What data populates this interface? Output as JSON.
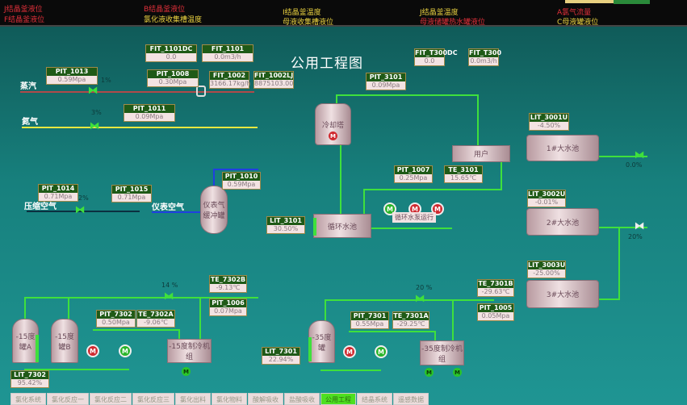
{
  "alarms": [
    {
      "text": "J结晶釜液位",
      "color": "#e0303a"
    },
    {
      "text": "F结晶釜液位",
      "color": "#e0303a"
    },
    {
      "text": "B结晶釜液位",
      "color": "#e0303a"
    },
    {
      "text": "氯化液收集槽温度",
      "color": "#e8d040"
    },
    {
      "text": "I结晶釜温度",
      "color": "#e8d040"
    },
    {
      "text": "母液收集槽液位",
      "color": "#e8d040"
    },
    {
      "text": "J结晶釜温度",
      "color": "#e8d040"
    },
    {
      "text": "母液储罐热水罐液位",
      "color": "#e0303a"
    },
    {
      "text": "A氯气流量",
      "color": "#e0303a"
    },
    {
      "text": "C母液罐液位",
      "color": "#e8d040"
    }
  ],
  "title": "公用工程图",
  "lines": {
    "steam": "蒸汽",
    "nitrogen": "氮气",
    "compressed_air": "压缩空气",
    "instrument_air": "仪表空气"
  },
  "equipment": {
    "cooling_tower": "冷却塔",
    "circ_pool": "循环水池",
    "user": "用户",
    "pool1": "1#大水池",
    "pool2": "2#大水池",
    "pool3": "3#大水池",
    "air_buffer": "仪表气缓冲罐",
    "tank15a": "-15度罐A",
    "tank15b": "-15度罐B",
    "chiller15": "-15度制冷机组",
    "tank35": "-35度罐",
    "chiller35": "-35度制冷机组",
    "pump_status": "循环水泵运行"
  },
  "valves": {
    "v1013": "1%",
    "v1011": "3%",
    "v1014": "2%",
    "v7302": "14 %",
    "v7301": "20 %",
    "vpool1": "0.0%",
    "vpool2": "20%"
  },
  "tags": [
    {
      "id": "FIT_1101DC",
      "value": "0.0"
    },
    {
      "id": "FIT_1101",
      "value": "0.0m3/h"
    },
    {
      "id": "PIT_1013",
      "value": "0.59Mpa"
    },
    {
      "id": "PIT_1008",
      "value": "0.30Mpa"
    },
    {
      "id": "FIT_1002",
      "value": "3166.17kg/h"
    },
    {
      "id": "FIT_1002LJ",
      "value": "8875103.00"
    },
    {
      "id": "PIT_1011",
      "value": "0.09Mpa"
    },
    {
      "id": "FIT_T300DC",
      "value": "0.0"
    },
    {
      "id": "FIT_T300",
      "value": "0.0m3/h"
    },
    {
      "id": "PIT_3101",
      "value": "0.09Mpa"
    },
    {
      "id": "LIT_3001U",
      "value": "-4.50%"
    },
    {
      "id": "PIT_1014",
      "value": "0.71Mpa"
    },
    {
      "id": "PIT_1015",
      "value": "0.71Mpa"
    },
    {
      "id": "PIT_1010",
      "value": "0.59Mpa"
    },
    {
      "id": "LIT_3101",
      "value": "30.50%"
    },
    {
      "id": "PIT_1007",
      "value": "0.25Mpa"
    },
    {
      "id": "TE_3101",
      "value": "15.65℃"
    },
    {
      "id": "LIT_3002U",
      "value": "-0.01%"
    },
    {
      "id": "LIT_3003U",
      "value": "-25.00%"
    },
    {
      "id": "TE_7301B",
      "value": "-29.63℃"
    },
    {
      "id": "PIT_1005",
      "value": "0.05Mpa"
    },
    {
      "id": "TE_7302B",
      "value": "-9.13℃"
    },
    {
      "id": "PIT_1006",
      "value": "0.07Mpa"
    },
    {
      "id": "PIT_7302",
      "value": "0.50Mpa"
    },
    {
      "id": "TE_7302A",
      "value": "-9.06℃"
    },
    {
      "id": "LIT_7302",
      "value": "95.42%"
    },
    {
      "id": "LIT_7301",
      "value": "22.94%"
    },
    {
      "id": "PIT_7301",
      "value": "0.55Mpa"
    },
    {
      "id": "TE_7301A",
      "value": "-29.25℃"
    }
  ],
  "tabs": [
    "氯化系统",
    "氯化反应一",
    "氯化反应二",
    "氯化反应三",
    "氯化出料",
    "氯化物料",
    "酸解吸收",
    "盐酸吸收",
    "公用工程",
    "结晶系统",
    "遥感数据"
  ],
  "active_tab": "公用工程",
  "pump_label": "M"
}
